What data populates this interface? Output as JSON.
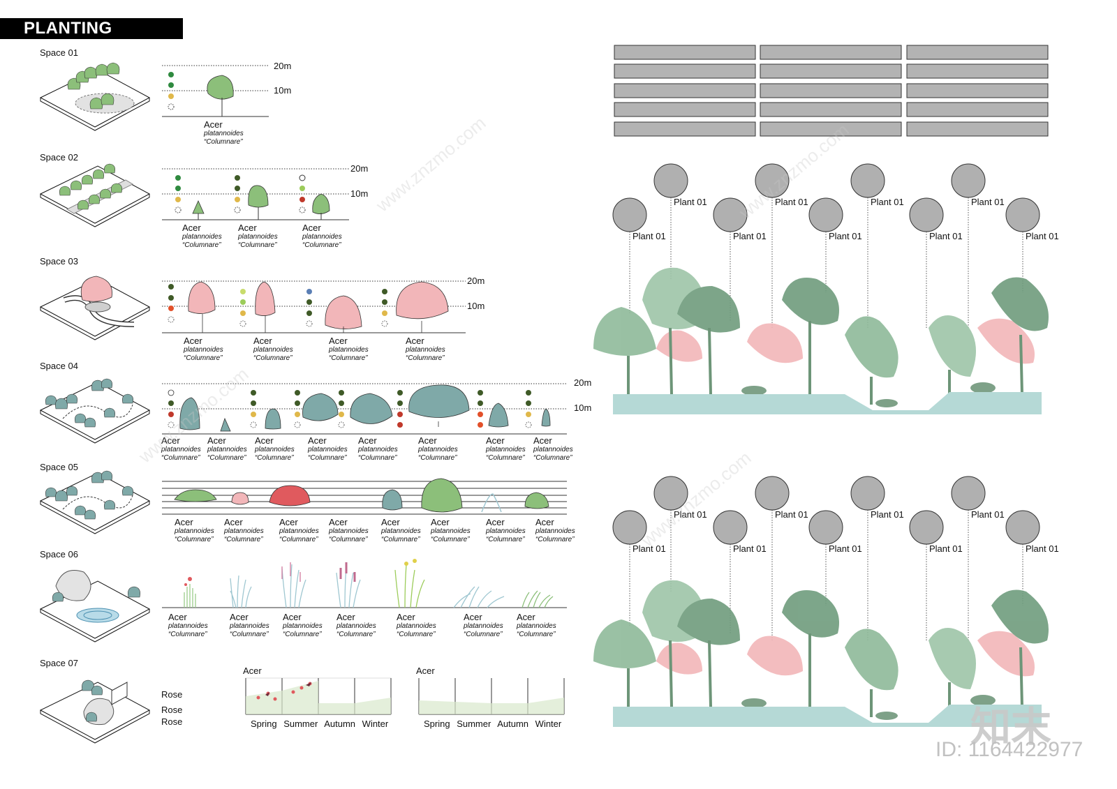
{
  "title": "PLANTING DESIGN",
  "spaces": [
    "Space 01",
    "Space 02",
    "Space 03",
    "Space 04",
    "Space 05",
    "Space 06",
    "Space 07"
  ],
  "height_labels": {
    "h20": "20m",
    "h10": "10m"
  },
  "plant": {
    "genus": "Acer",
    "species": "platannoides",
    "cultivar": "“Columnare”"
  },
  "space07": {
    "rose_items": [
      "Rose",
      "Rose",
      "Rose"
    ],
    "chart1_title": "Acer",
    "chart2_title": "Acer",
    "seasons": [
      "Spring",
      "Summer",
      "Autumn",
      "Winter"
    ]
  },
  "callout_label": "Plant 01",
  "watermark": {
    "logo": "知末",
    "id": "ID: 1164422977",
    "site": "www.znzmo.com"
  },
  "colors": {
    "tree_green": "#8cbf7a",
    "tree_pink": "#f2b6b9",
    "tree_teal": "#7fa9a8",
    "tree_red": "#e05a5e",
    "ground": "#b5d9d6",
    "grey_bar": "#b3b3b3",
    "circle": "#b0b0b0",
    "dot_green": "#2f8a3f",
    "dot_olive": "#3f5a27",
    "dot_yellow": "#e0b84a",
    "dot_red": "#d0462c"
  },
  "icons": [
    "isometric-space-icon",
    "tree-icon",
    "grass-icon",
    "dot-marker-icon"
  ]
}
